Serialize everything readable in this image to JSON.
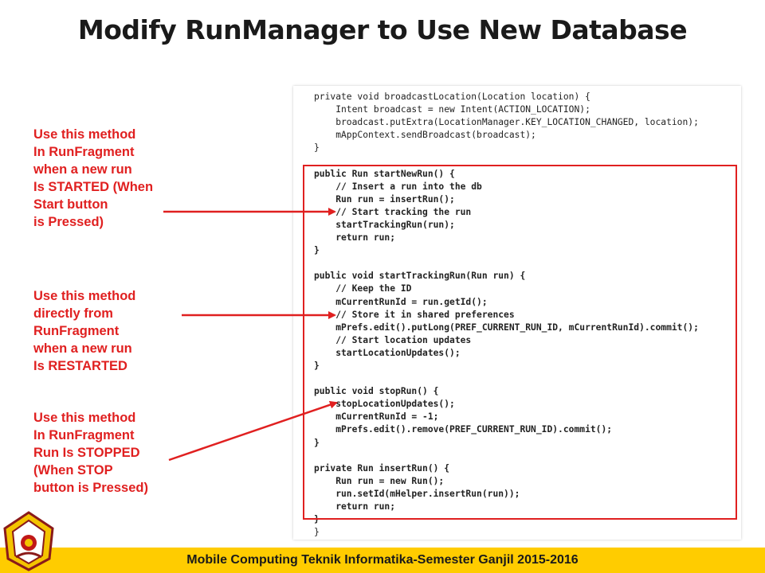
{
  "title": "Modify RunManager to Use New Database",
  "code_lines": [
    "private void broadcastLocation(Location location) {",
    "    Intent broadcast = new Intent(ACTION_LOCATION);",
    "    broadcast.putExtra(LocationManager.KEY_LOCATION_CHANGED, location);",
    "    mAppContext.sendBroadcast(broadcast);",
    "}",
    "",
    "public Run startNewRun() {",
    "    // Insert a run into the db",
    "    Run run = insertRun();",
    "    // Start tracking the run",
    "    startTrackingRun(run);",
    "    return run;",
    "}",
    "",
    "public void startTrackingRun(Run run) {",
    "    // Keep the ID",
    "    mCurrentRunId = run.getId();",
    "    // Store it in shared preferences",
    "    mPrefs.edit().putLong(PREF_CURRENT_RUN_ID, mCurrentRunId).commit();",
    "    // Start location updates",
    "    startLocationUpdates();",
    "}",
    "",
    "public void stopRun() {",
    "    stopLocationUpdates();",
    "    mCurrentRunId = -1;",
    "    mPrefs.edit().remove(PREF_CURRENT_RUN_ID).commit();",
    "}",
    "",
    "private Run insertRun() {",
    "    Run run = new Run();",
    "    run.setId(mHelper.insertRun(run));",
    "    return run;",
    "}",
    "}"
  ],
  "notes": [
    "Use this method\nIn RunFragment\nwhen a new run\nIs STARTED (When\nStart button\nis Pressed)",
    "Use this method\ndirectly from\nRunFragment\nwhen a new run\nIs RESTARTED",
    "Use this method\nIn RunFragment\nRun Is STOPPED\n(When STOP\nbutton is Pressed)"
  ],
  "footer": "Mobile Computing Teknik Informatika-Semester Ganjil 2015-2016",
  "colors": {
    "accent": "#e02020",
    "footer_bg": "#ffcc00"
  },
  "logo_icon": "university-emblem-icon"
}
